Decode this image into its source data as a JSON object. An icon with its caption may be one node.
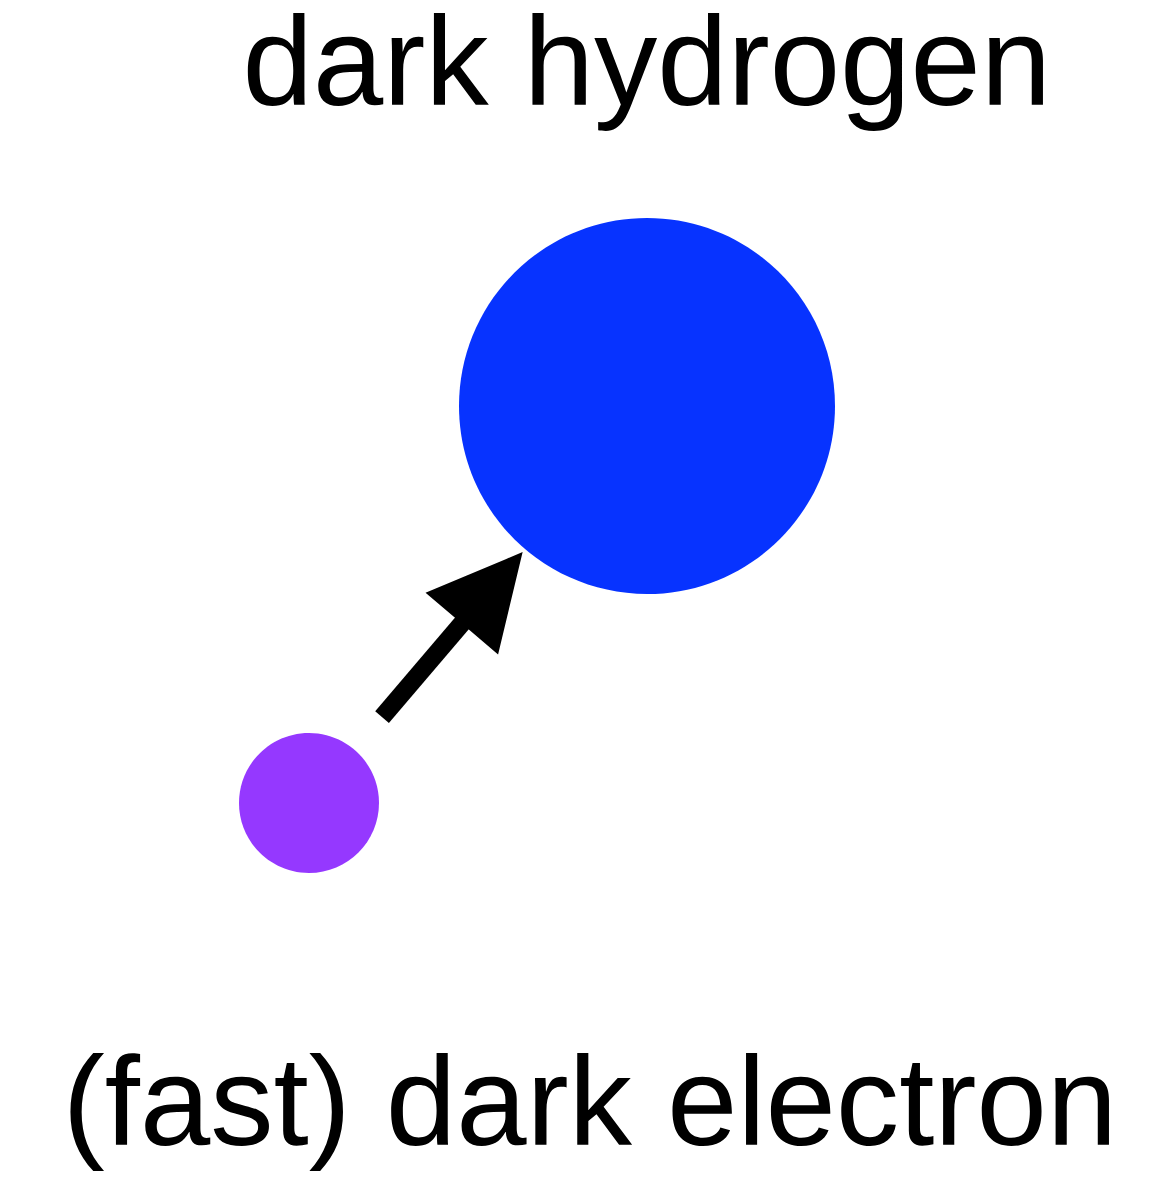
{
  "diagram": {
    "nodes": [
      {
        "text": [
          "dark hydrogen"
        ]
      },
      {
        "text": [
          "(fast) dark electron"
        ]
      }
    ],
    "edges": [
      {
        "from": 1,
        "to": 0,
        "arrow": "to"
      }
    ]
  }
}
